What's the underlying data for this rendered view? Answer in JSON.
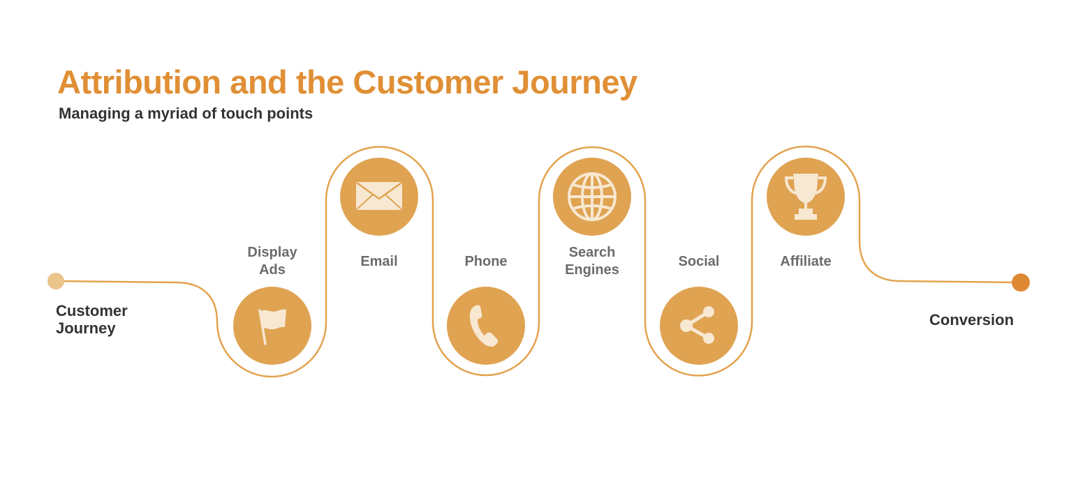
{
  "header": {
    "title": "Attribution and the Customer Journey",
    "subtitle": "Managing a myriad of touch points"
  },
  "colors": {
    "accent": "#e08f35",
    "node_fill": "#dfa352",
    "icon_fill": "#f8e8d2",
    "path_stroke": "#e3a24d",
    "start_dot": "#ebc48b",
    "end_dot": "#de8a34",
    "label_gray": "#6b6b6b",
    "text_dark": "#333333"
  },
  "journey": {
    "start_label_line1": "Customer",
    "start_label_line2": "Journey",
    "end_label": "Conversion",
    "touchpoints": [
      {
        "line1": "Display",
        "line2": "Ads",
        "icon": "flag-icon"
      },
      {
        "line1": "Email",
        "line2": "",
        "icon": "envelope-icon"
      },
      {
        "line1": "Phone",
        "line2": "",
        "icon": "phone-icon"
      },
      {
        "line1": "Search",
        "line2": "Engines",
        "icon": "globe-icon"
      },
      {
        "line1": "Social",
        "line2": "",
        "icon": "share-icon"
      },
      {
        "line1": "Affiliate",
        "line2": "",
        "icon": "trophy-icon"
      }
    ]
  }
}
